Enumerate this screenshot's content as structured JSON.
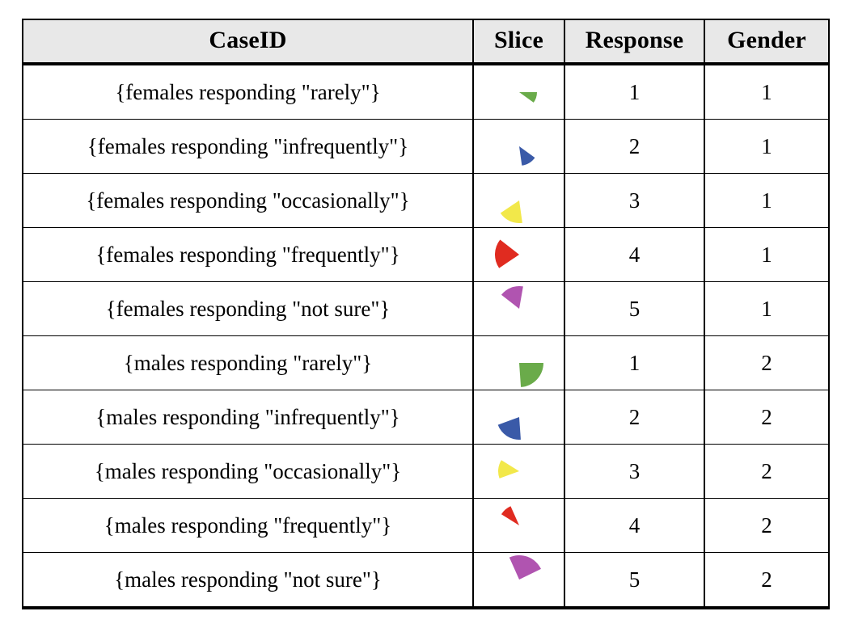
{
  "table": {
    "name": "case-slice-table",
    "columns": [
      {
        "key": "caseid",
        "label": "CaseID"
      },
      {
        "key": "slice",
        "label": "Slice"
      },
      {
        "key": "response",
        "label": "Response"
      },
      {
        "key": "gender",
        "label": "Gender"
      }
    ],
    "header_background": "#e8e8e8",
    "border_color": "#000000",
    "rows": [
      {
        "caseid": "{females responding \"rarely\"}",
        "slice": {
          "icon": "pie-slice-icon",
          "color": "#6aab4a",
          "color_name": "green",
          "start_angle": 0,
          "end_angle": 36,
          "radius": 22,
          "category": "rarely",
          "group": "females"
        },
        "response": "1",
        "gender": "1"
      },
      {
        "caseid": "{females responding \"infrequently\"}",
        "slice": {
          "icon": "pie-slice-icon",
          "color": "#3a5aa8",
          "color_name": "blue",
          "start_angle": 36,
          "end_angle": 82,
          "radius": 24,
          "category": "infrequently",
          "group": "females"
        },
        "response": "2",
        "gender": "1"
      },
      {
        "caseid": "{females responding \"occasionally\"}",
        "slice": {
          "icon": "pie-slice-icon",
          "color": "#f2e84a",
          "color_name": "yellow",
          "start_angle": 82,
          "end_angle": 146,
          "radius": 28,
          "category": "occasionally",
          "group": "females"
        },
        "response": "3",
        "gender": "1"
      },
      {
        "caseid": "{females responding \"frequently\"}",
        "slice": {
          "icon": "pie-slice-icon",
          "color": "#e02b20",
          "color_name": "red",
          "start_angle": 146,
          "end_angle": 218,
          "radius": 30,
          "category": "frequently",
          "group": "females"
        },
        "response": "4",
        "gender": "1"
      },
      {
        "caseid": "{females responding \"not sure\"}",
        "slice": {
          "icon": "pie-slice-icon",
          "color": "#b054b0",
          "color_name": "purple",
          "start_angle": 218,
          "end_angle": 280,
          "radius": 28,
          "category": "not sure",
          "group": "females"
        },
        "response": "5",
        "gender": "1"
      },
      {
        "caseid": "{males responding \"rarely\"}",
        "slice": {
          "icon": "pie-slice-icon",
          "color": "#6aab4a",
          "color_name": "green",
          "start_angle": 0,
          "end_angle": 86,
          "radius": 30,
          "category": "rarely",
          "group": "males"
        },
        "response": "1",
        "gender": "2"
      },
      {
        "caseid": "{males responding \"infrequently\"}",
        "slice": {
          "icon": "pie-slice-icon",
          "color": "#3a5aa8",
          "color_name": "blue",
          "start_angle": 86,
          "end_angle": 160,
          "radius": 28,
          "category": "infrequently",
          "group": "males"
        },
        "response": "2",
        "gender": "2"
      },
      {
        "caseid": "{males responding \"occasionally\"}",
        "slice": {
          "icon": "pie-slice-icon",
          "color": "#f2e84a",
          "color_name": "yellow",
          "start_angle": 160,
          "end_angle": 212,
          "radius": 26,
          "category": "occasionally",
          "group": "males"
        },
        "response": "3",
        "gender": "2"
      },
      {
        "caseid": "{males responding \"frequently\"}",
        "slice": {
          "icon": "pie-slice-icon",
          "color": "#e02b20",
          "color_name": "red",
          "start_angle": 212,
          "end_angle": 246,
          "radius": 26,
          "category": "frequently",
          "group": "males"
        },
        "response": "4",
        "gender": "2"
      },
      {
        "caseid": "{males responding \"not sure\"}",
        "slice": {
          "icon": "pie-slice-icon",
          "color": "#b054b0",
          "color_name": "purple",
          "start_angle": 246,
          "end_angle": 334,
          "radius": 30,
          "category": "not sure",
          "group": "males"
        },
        "response": "5",
        "gender": "2"
      }
    ]
  }
}
